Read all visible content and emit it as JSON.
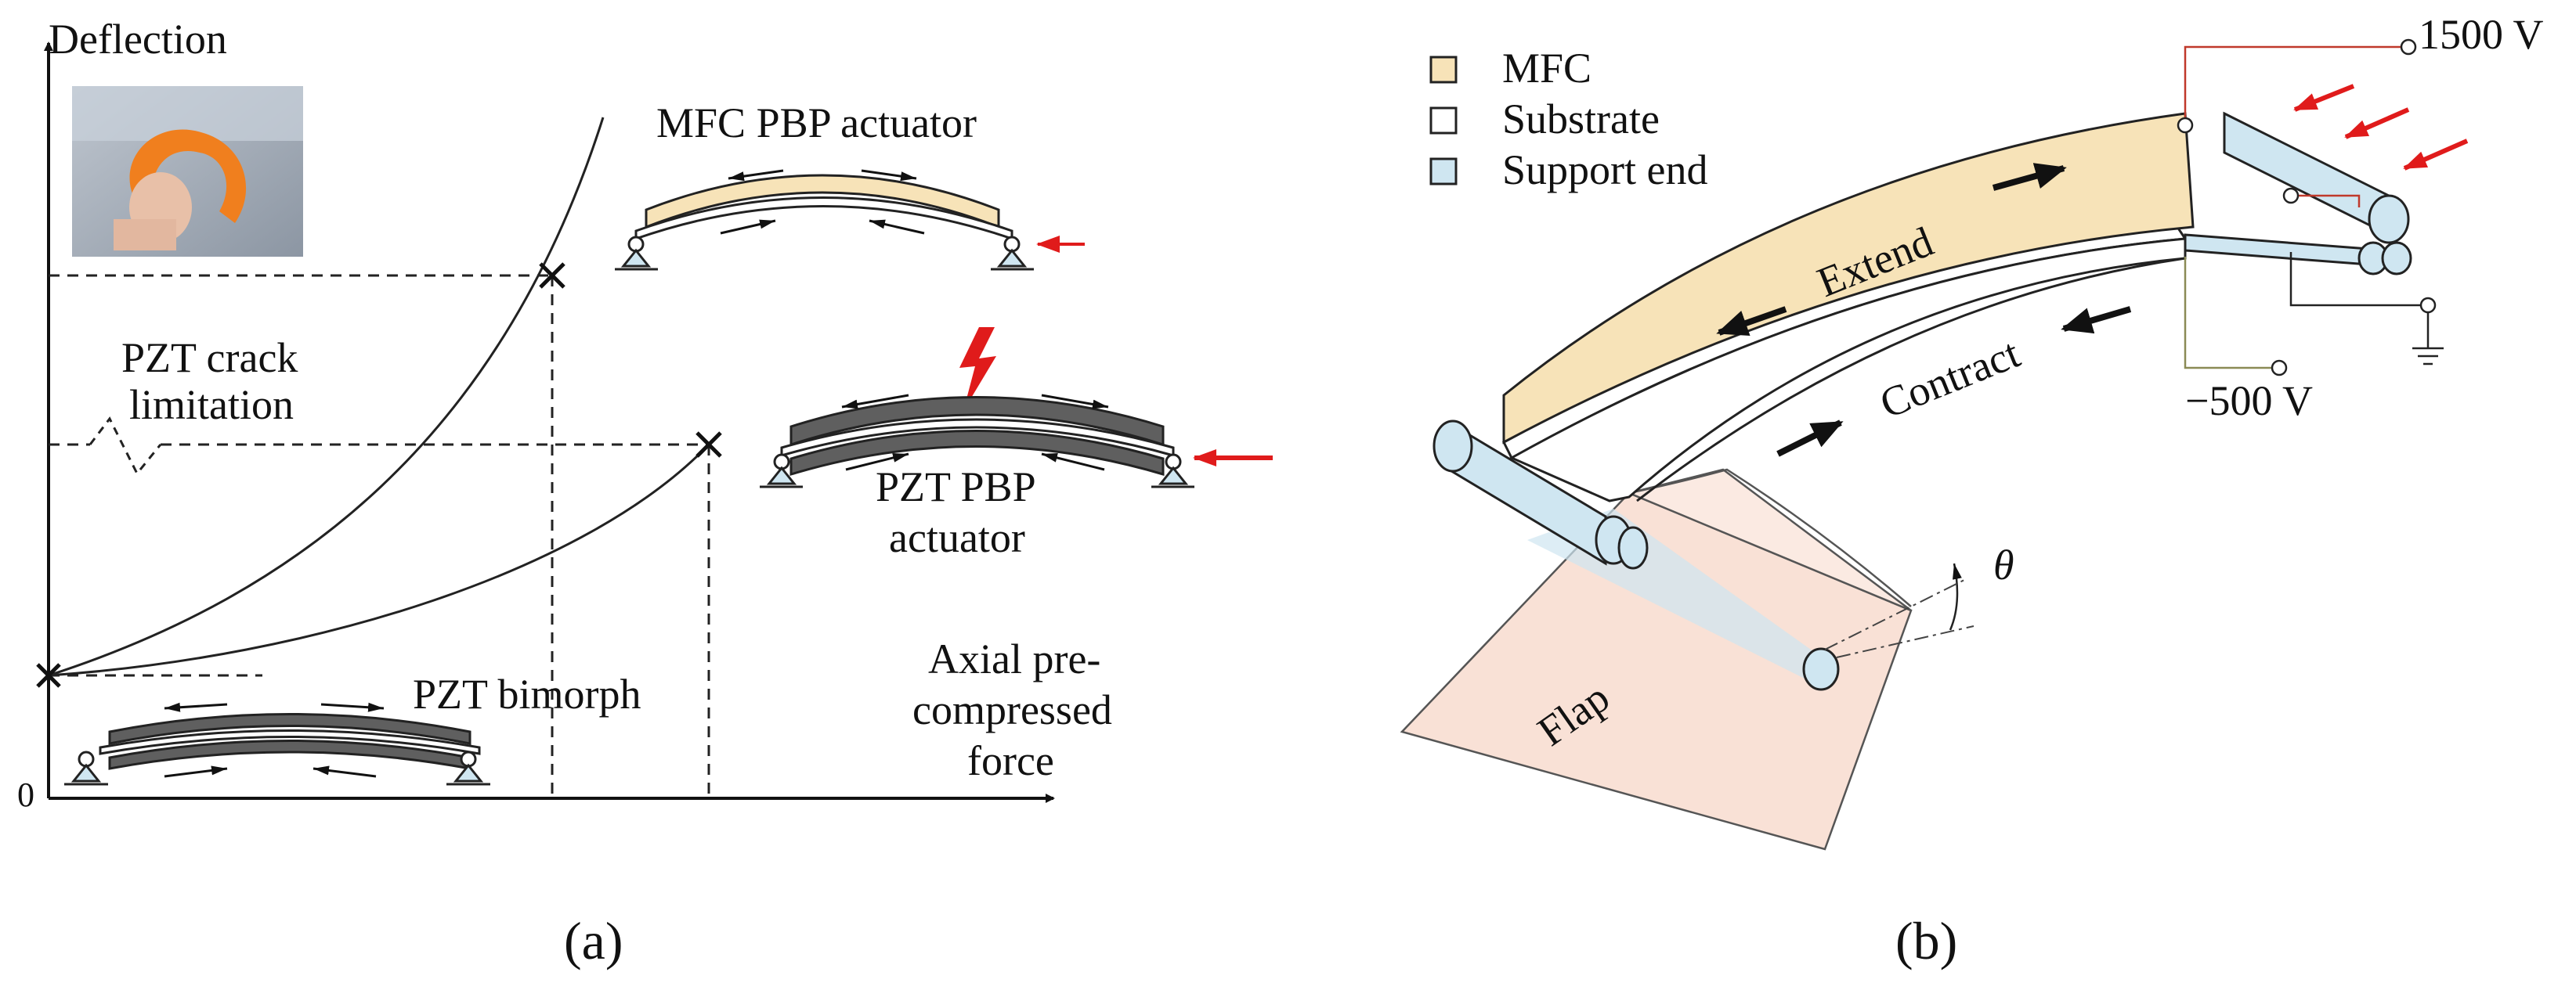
{
  "panel_a": {
    "y_axis_label": "Deflection",
    "origin_label": "0",
    "x_axis_label_line1": "Axial pre-",
    "x_axis_label_line2": "compressed",
    "x_axis_label_line3": "force",
    "mfc_label": "MFC PBP actuator",
    "crack_label_line1": "PZT crack",
    "crack_label_line2": "limitation",
    "pzt_pbp_label_line1": "PZT PBP",
    "pzt_pbp_label_line2": "actuator",
    "bimorph_label": "PZT bimorph",
    "caption": "(a)",
    "colors": {
      "mfc": "#f7e3b8",
      "pzt": "#5f5f5f",
      "force_arrow": "#e01b1b",
      "lightning": "#e01b1b"
    }
  },
  "panel_b": {
    "legend": [
      {
        "label": "MFC",
        "color": "#f7e3b8"
      },
      {
        "label": "Substrate",
        "color": "#ffffff"
      },
      {
        "label": "Support end",
        "color": "#cfe6f1"
      }
    ],
    "extend_label": "Extend",
    "contract_label": "Contract",
    "voltage_high": "1500 V",
    "voltage_low": "−500 V",
    "flap_label": "Flap",
    "angle_label": "θ",
    "caption": "(b)",
    "colors": {
      "flap": "#f9e1d6",
      "support": "#cfe6f1",
      "mfc": "#f7e3b8",
      "wire_red": "#c0392b",
      "wire_olive": "#8a8a55"
    }
  }
}
